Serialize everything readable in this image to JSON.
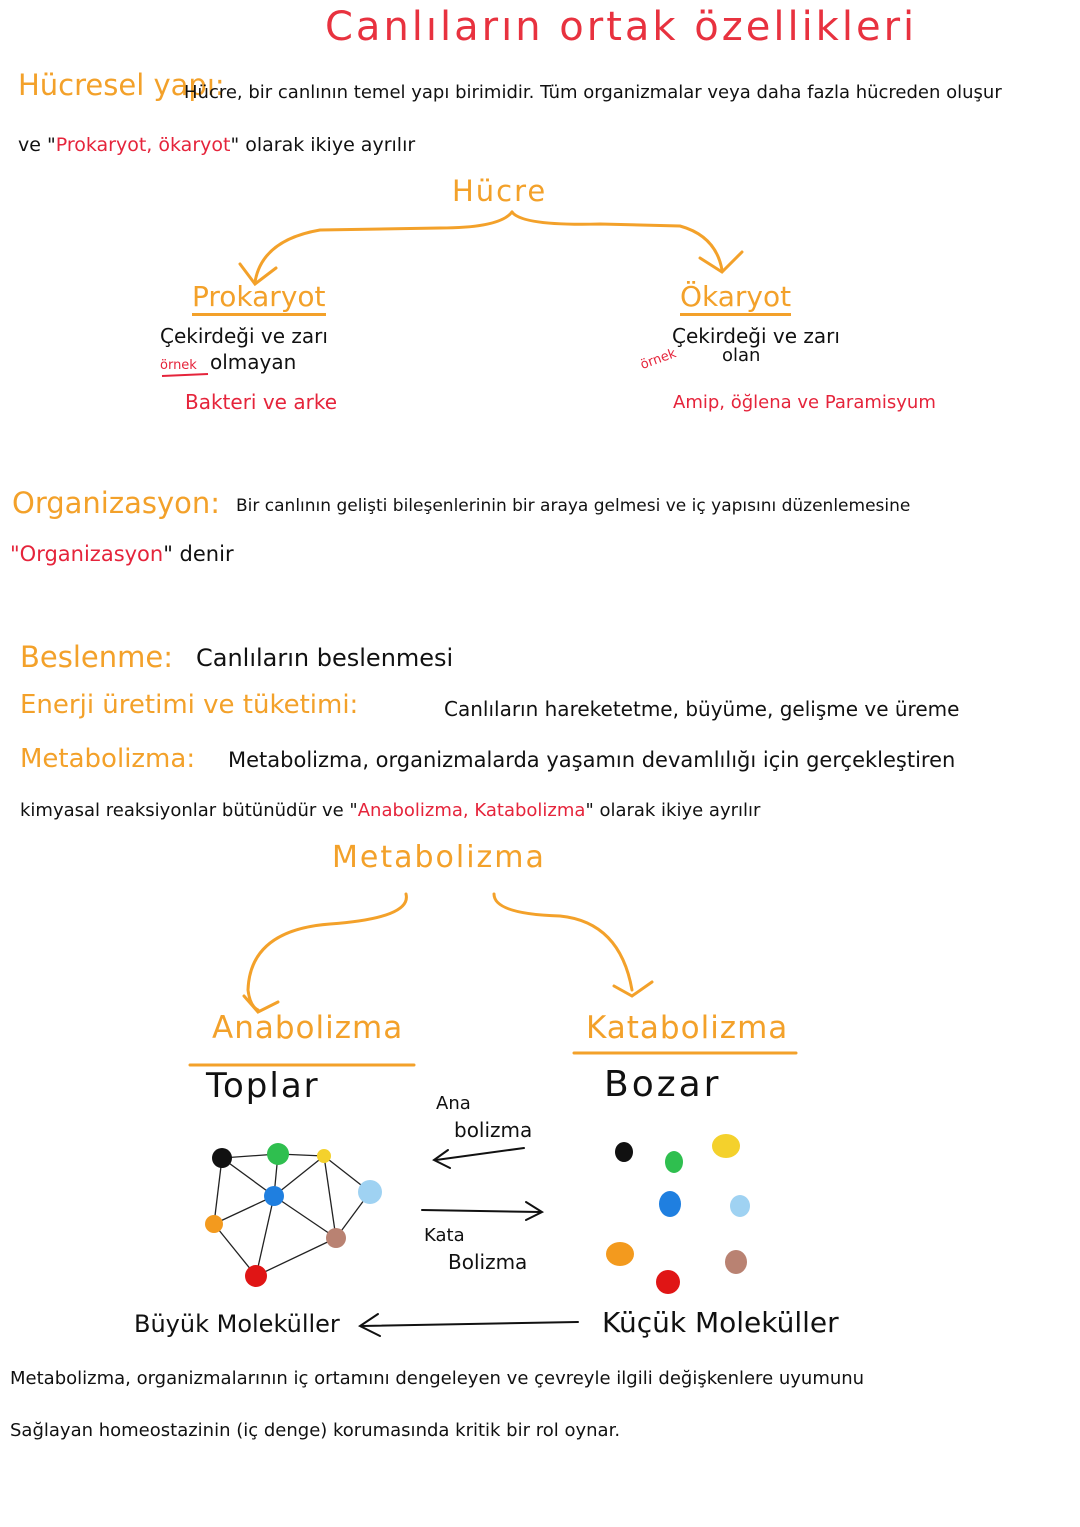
{
  "title": "Canlıların ortak özellikleri",
  "cell": {
    "heading": "Hücresel yapı:",
    "text": "Hücre, bir canlının temel yapı birimidir. Tüm organizmalar veya daha fazla hücreden oluşur",
    "line2_prefix": "ve \"",
    "line2_highlight": "Prokaryot, ökaryot",
    "line2_suffix": "\" olarak ikiye ayrılır",
    "root": "Hücre",
    "prokaryot": {
      "label": "Prokaryot",
      "desc1": "Çekirdeği ve zarı",
      "desc2": "olmayan",
      "example_tag": "örnek",
      "example": "Bakteri ve arke"
    },
    "okaryot": {
      "label": "Ökaryot",
      "desc1": "Çekirdeği ve zarı",
      "desc2": "olan",
      "example_tag": "örnek",
      "example": "Amip, öğlena ve Paramisyum"
    }
  },
  "organization": {
    "heading": "Organizasyon:",
    "text": "Bir canlının gelişti bileşenlerinin bir araya gelmesi ve iç yapısını düzenlemesine",
    "line2_highlight": "\"Organizasyon",
    "line2_suffix": "\" denir"
  },
  "nutrition": {
    "heading": "Beslenme:",
    "text": "Canlıların beslenmesi"
  },
  "energy": {
    "heading": "Enerji üretimi ve tüketimi:",
    "text": "Canlıların hareketetme, büyüme, gelişme ve üreme"
  },
  "metabolism": {
    "heading": "Metabolizma:",
    "text": "Metabolizma, organizmalarda yaşamın devamlılığı için gerçekleştiren",
    "line2_prefix": "kimyasal reaksiyonlar bütünüdür ve \"",
    "line2_highlight": "Anabolizma, Katabolizma",
    "line2_suffix": "\" olarak ikiye ayrılır",
    "root": "Metabolizma",
    "anabolizma": {
      "label": "Anabolizma",
      "sub": "Toplar"
    },
    "katabolizma": {
      "label": "Katabolizma",
      "sub": "Bozar"
    },
    "arrow_left_label_1": "Ana",
    "arrow_left_label_2": "bolizma",
    "arrow_right_label_1": "Kata",
    "arrow_right_label_2": "Bolizma",
    "big_molecules": "Büyük Moleküller",
    "small_molecules": "Küçük Moleküller",
    "summary_line1": "Metabolizma, organizmalarının iç ortamını dengeleyen ve çevreyle ilgili değişkenlere uyumunu",
    "summary_line2": "Sağlayan homeostazinin (iç denge) korumasında kritik bir rol oynar."
  },
  "colors": {
    "title_red": "#e8323f",
    "orange": "#f3a12a",
    "red": "#e5243b",
    "dot_black": "#111111",
    "dot_green": "#2fbf4f",
    "dot_yellow": "#f4d12c",
    "dot_blue": "#1f7fe0",
    "dot_lightblue": "#9fd2f2",
    "dot_orange": "#f39a1e",
    "dot_brown": "#b98272",
    "dot_red": "#e01515"
  }
}
